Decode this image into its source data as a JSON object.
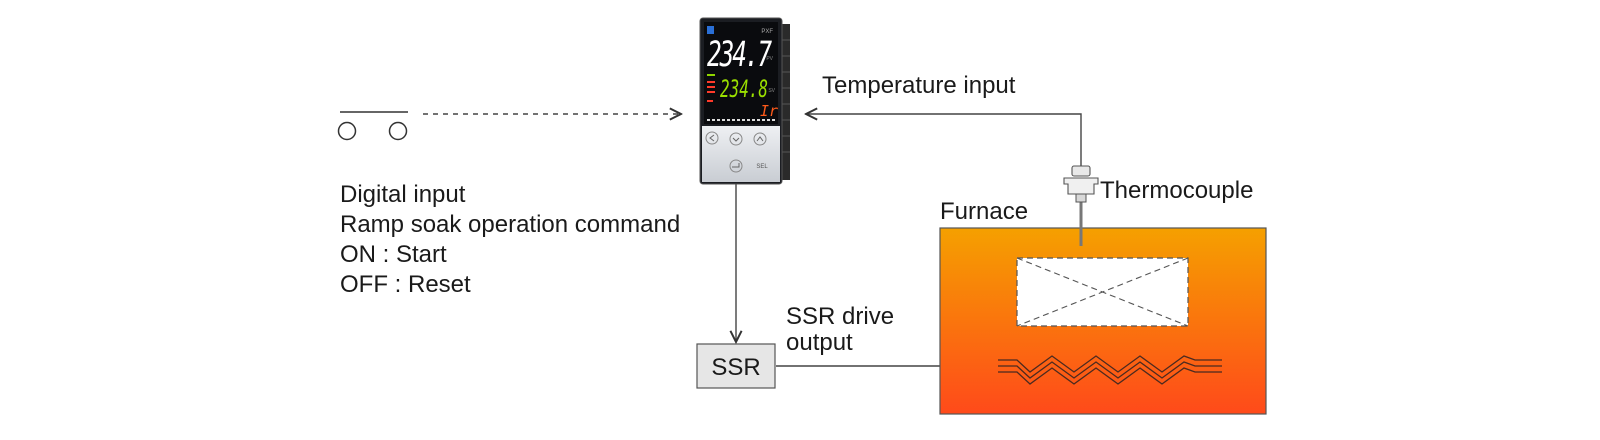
{
  "digital_input": {
    "line1": "Digital input",
    "line2": "Ramp soak operation command",
    "line3": "ON : Start",
    "line4": "OFF : Reset"
  },
  "temperature_input_label": "Temperature input",
  "thermocouple_label": "Thermocouple",
  "furnace_label": "Furnace",
  "ssr_drive_output": {
    "line1": "SSR drive",
    "line2": "output"
  },
  "ssr_box_label": "SSR",
  "controller": {
    "model": "PXF",
    "pv_value": "234.7",
    "sv_value": "234.8",
    "pv_tag": "PV",
    "sv_tag": "SV",
    "mode_text": "Ir",
    "sel_key": "SEL"
  },
  "colors": {
    "furnace_top": "#f5a000",
    "furnace_bottom": "#ff4a1a",
    "pv_digits": "#ffffff",
    "sv_digits": "#9be000",
    "mode_text": "#ff5a1a",
    "ssr_fill": "#e6e6e6"
  }
}
